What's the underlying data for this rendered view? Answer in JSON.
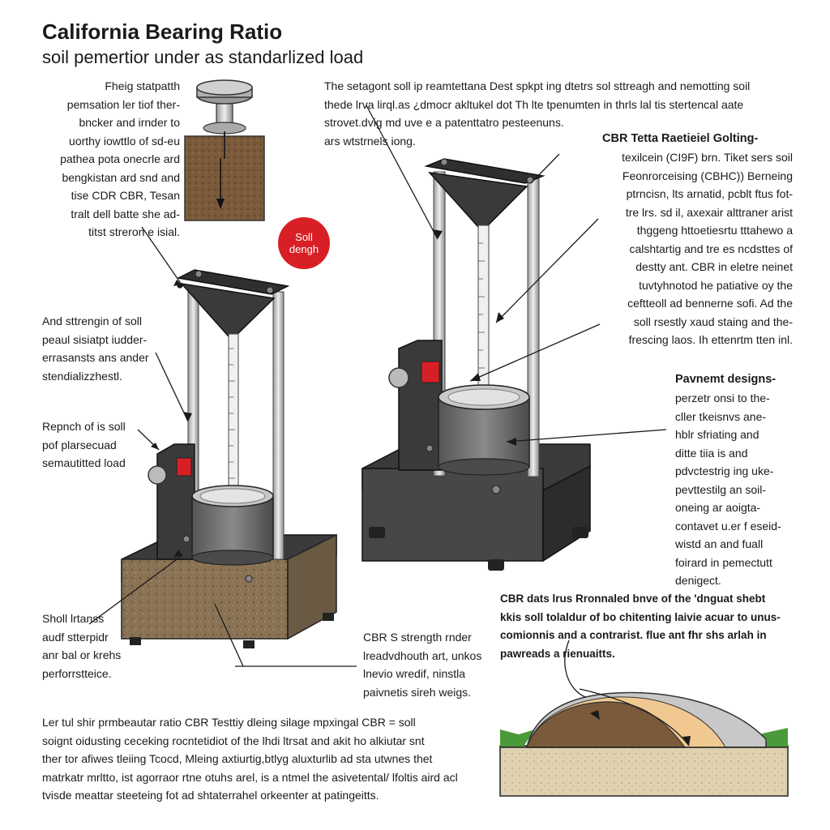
{
  "header": {
    "title": "California Bearing Ratio",
    "subtitle": "soil pemertior under as standarlized load"
  },
  "badge": {
    "text": "Soll\ndengh"
  },
  "labels": {
    "intro_left": "Fheig statpatth\npemsation ler tiof ther-\nbncker and irnder to\nuorthy iowttlo of sd-eu\npathea pota onecrle ard\nbengkistan ard snd and\ntise CDR  CBR,  Tesan\ntralt dell batte she ad-\ntitst streron e isial.",
    "top_center": "The setagont soll ip reamtettana Dest spkpt ing dtetrs sol sttreagh and nemotting soil\nthede lrva lirql.as ¿dmocr akltukel dot Th lte tpenumten in thrls lal tis stertencal aate\nstrovet.dvig md uve e a patenttatro pesteenuns.\nars wtstrnels iong.",
    "strength_left": "And sttrengin of soll\npeaul sisiatpt iudder-\nerrasansts ans ander\nstendializzhestl.",
    "repnch_left": "Repnch of is soll\npof plarsecuad\nsemautitted load",
    "cbr_test_head": "CBR Tetta Raetieiel Golting-",
    "cbr_test_body": "texilcein (CI9F) brn. Tiket sers soil\nFeonrorceising (CBHC)) Berneing\nptrncisn, lts arnatid, pcblt ftus fot-\ntre lrs. sd il, axexair alttraner arist\nthggeng httoetiesrtu tttahewo a\ncalshtartig and tre es ncdsttes of\ndestty ant. CBR in eletre neinet\ntuvtyhnotod he patiative oy the\nceftteoll ad bennerne sofi. Ad the\nsoll rsestly xaud staing and the-\nfrescing laos. Ih ettenrtm tten inl.",
    "pavement_head": "Pavnemt designs-",
    "pavement_body": "perzetr onsi to the-\ncller tkeisnvs ane-\nhblr sfriating and\nditte tiia is and\npdvctestrig ing uke-\npevttestilg an soil-\noneing ar aoigta-\ncontavet u.er f eseid-\nwistd an and fuall\nfoirard in pemectutt\ndenigect.",
    "cbr_data": "CBR dats lrus Rronnaled bnve of the 'dnguat shebt\nkkis soll tolaldur of bo chitenting laivie acuar to unus-\ncomionnis and a contrarist. flue ant fhr shs arlah in\npawreads a rienuaitts.",
    "shell_left": "Sholl lrtanss\naudf stterpidr\nanr bal or krehs\nperforrstteice.",
    "cbrs_strength": "CBR S strength rnder\nlreadvdhouth art, unkos\nlnevio wredif, ninstla\npaivnetis sireh weigs.",
    "bottom_para": "Ler tul shir prmbeautar ratio CBR Testtiy dleing silage mpxingal CBR = soll\nsoignt oidusting ceceking rocntetidiot of the lhdi ltrsat and akit ho alkiutar snt\nther tor afiwes tleiing Tcocd, Mleing axtiurtig,btlyg aluxturlib ad sta utwnes thet\nmatrkatr mrltto, ist agorraor rtne otuhs arel, is a ntmel the asivetental/ lfoltis aird acl\ntvisde meattar steeteing fot ad shtaterrahel orkeenter at patingeitts."
  },
  "colors": {
    "frame": "#3a3a3c",
    "pole": "#c8c8c8",
    "mold": "#6b6b6d",
    "soil": "#7a5a3a",
    "base_soil": "#8a7355",
    "indicator": "#d91f26",
    "grass": "#4a9a3a",
    "sand": "#e0d2b0"
  }
}
